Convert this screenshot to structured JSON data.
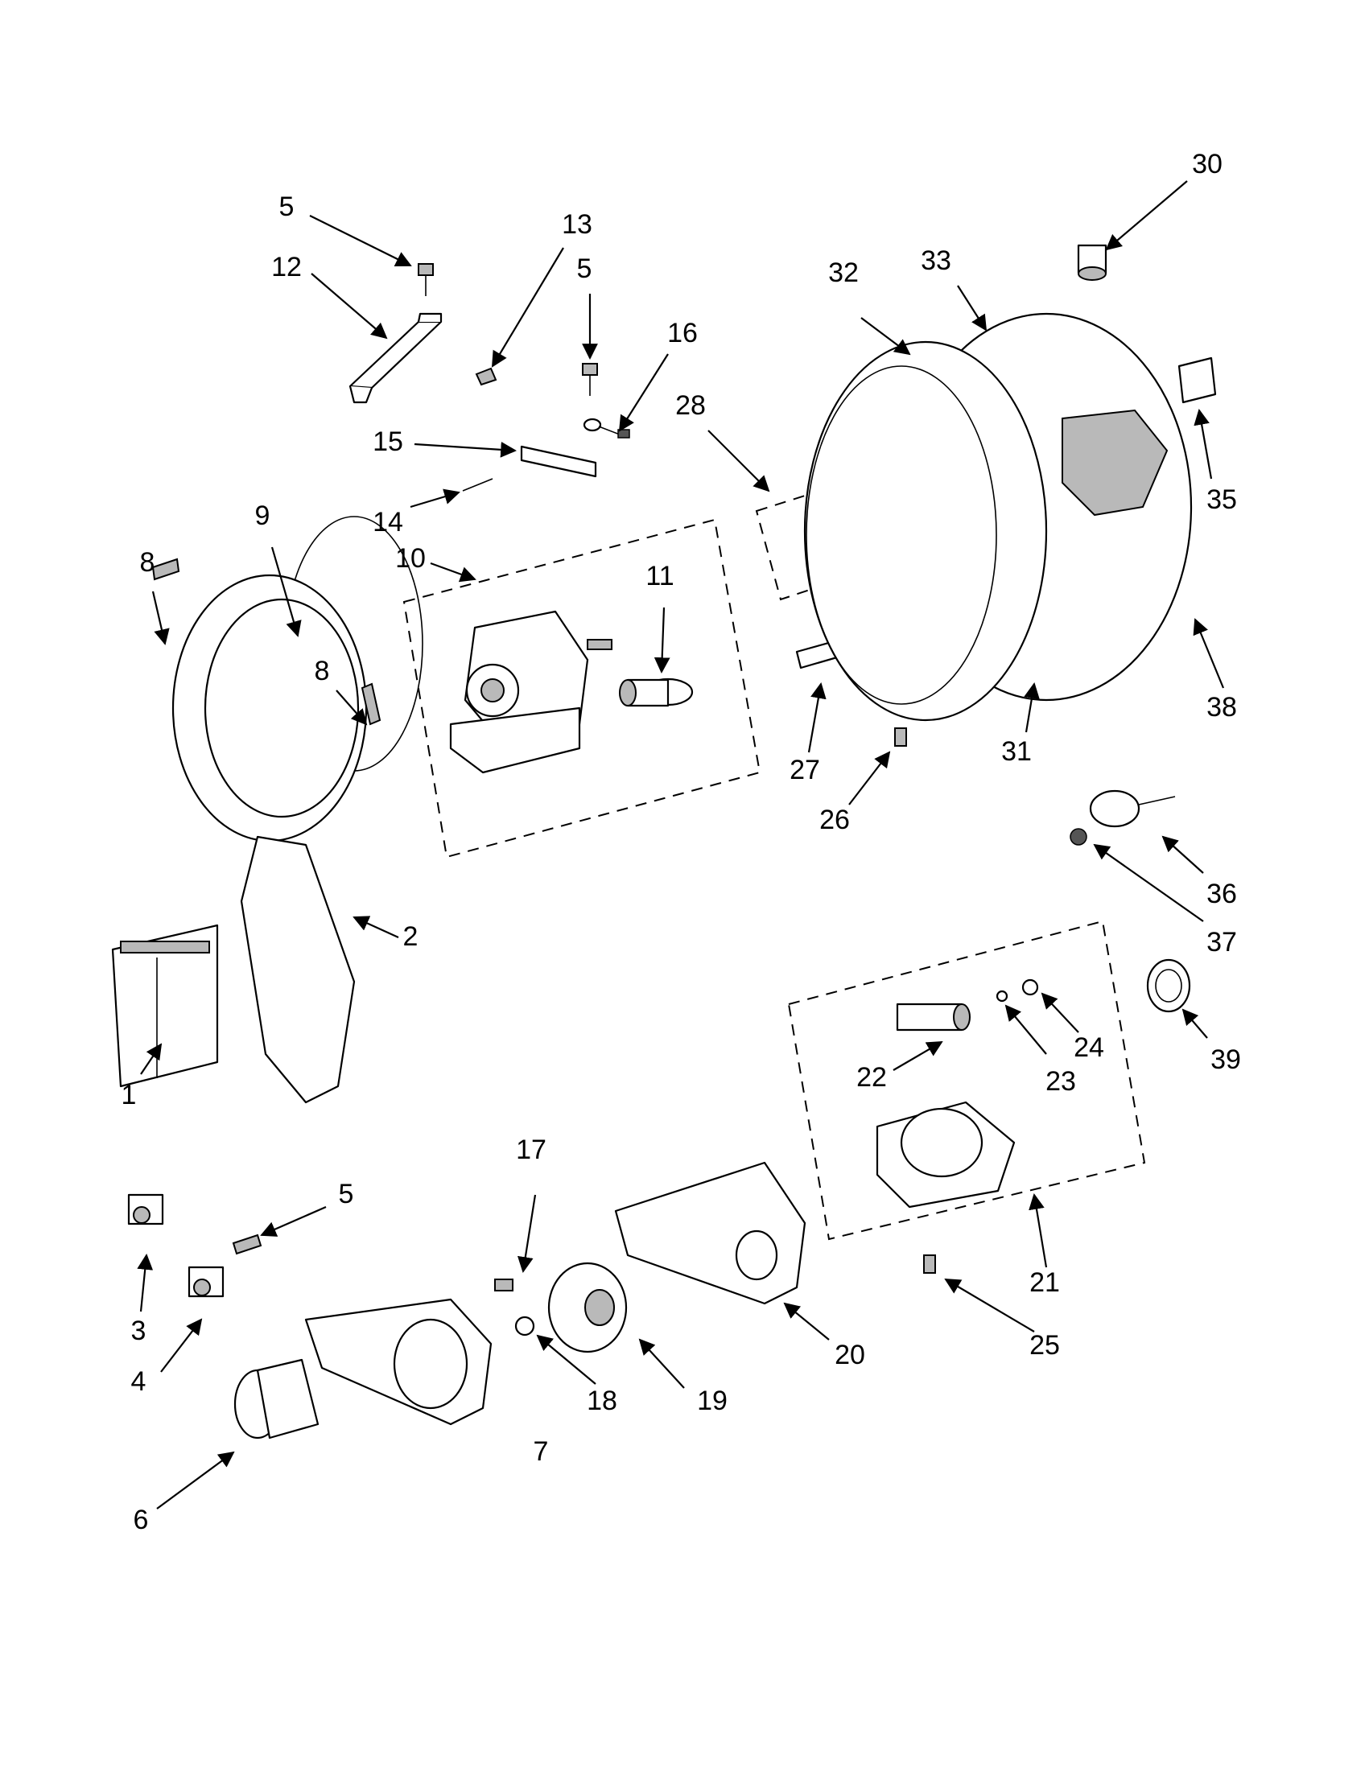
{
  "diagram": {
    "colors": {
      "ink": "#000000",
      "shade": "#b9b9b9",
      "paper": "#ffffff"
    },
    "labels": {
      "p1": "1",
      "p2": "2",
      "p3": "3",
      "p4": "4",
      "p5a": "5",
      "p5b": "5",
      "p5c": "5",
      "p6": "6",
      "p7": "7",
      "p8a": "8",
      "p8b": "8",
      "p9": "9",
      "p10": "10",
      "p11": "11",
      "p12": "12",
      "p13": "13",
      "p14": "14",
      "p15": "15",
      "p16": "16",
      "p17": "17",
      "p18": "18",
      "p19": "19",
      "p20": "20",
      "p21": "21",
      "p22": "22",
      "p23": "23",
      "p24": "24",
      "p25": "25",
      "p26": "26",
      "p27": "27",
      "p28": "28",
      "p30": "30",
      "p31": "31",
      "p32": "32",
      "p33": "33",
      "p35": "35",
      "p36": "36",
      "p37": "37",
      "p38": "38",
      "p39": "39"
    }
  }
}
